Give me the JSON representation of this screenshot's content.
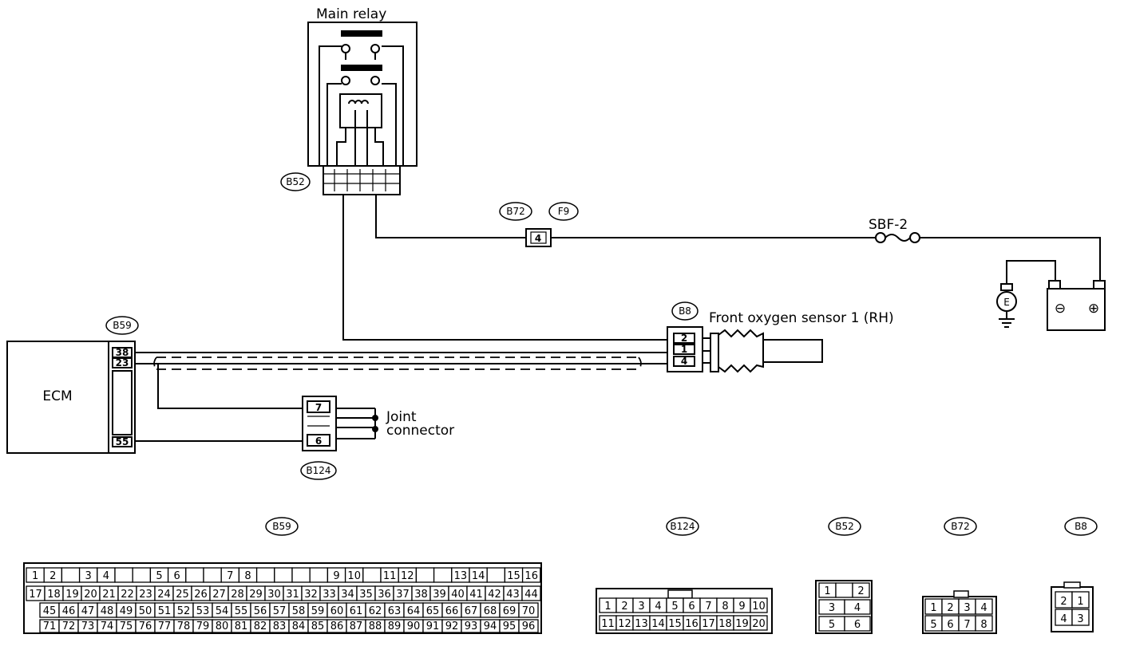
{
  "labels": {
    "main_relay": "Main relay",
    "ecm": "ECM",
    "front_o2": "Front oxygen sensor 1 (RH)",
    "joint1": "Joint",
    "joint2": "connector",
    "sbf": "SBF-2",
    "earth": "E",
    "batt_neg": "⊖",
    "batt_pos": "⊕"
  },
  "tags": {
    "b52": "B52",
    "b72": "B72",
    "f9": "F9",
    "b59": "B59",
    "b8": "B8",
    "b124": "B124"
  },
  "pins": {
    "b72_4": "4",
    "ecm_38": "38",
    "ecm_23": "23",
    "ecm_55": "55",
    "o2_2": "2",
    "o2_1": "1",
    "o2_4": "4",
    "jc_7": "7",
    "jc_6": "6"
  },
  "connectors": {
    "b59": {
      "tag": "B59",
      "row1": [
        "1",
        "2",
        "",
        "3",
        "4",
        "",
        "",
        "5",
        "6",
        "",
        "",
        "7",
        "8",
        "",
        "",
        "",
        "",
        "9",
        "10",
        "",
        "11",
        "12",
        "",
        "",
        "13",
        "14",
        "",
        "15",
        "16"
      ],
      "row2": [
        "17",
        "18",
        "19",
        "20",
        "21",
        "22",
        "23",
        "24",
        "25",
        "26",
        "27",
        "28",
        "29",
        "30",
        "31",
        "32",
        "33",
        "34",
        "35",
        "36",
        "37",
        "38",
        "39",
        "40",
        "41",
        "42",
        "43",
        "44"
      ],
      "row3": [
        "45",
        "46",
        "47",
        "48",
        "49",
        "50",
        "51",
        "52",
        "53",
        "54",
        "55",
        "56",
        "57",
        "58",
        "59",
        "60",
        "61",
        "62",
        "63",
        "64",
        "65",
        "66",
        "67",
        "68",
        "69",
        "70"
      ],
      "row4": [
        "71",
        "72",
        "73",
        "74",
        "75",
        "76",
        "77",
        "78",
        "79",
        "80",
        "81",
        "82",
        "83",
        "84",
        "85",
        "86",
        "87",
        "88",
        "89",
        "90",
        "91",
        "92",
        "93",
        "94",
        "95",
        "96"
      ]
    },
    "b124": {
      "tag": "B124",
      "row1": [
        "1",
        "2",
        "3",
        "4",
        "5",
        "6",
        "7",
        "8",
        "9",
        "10"
      ],
      "row2": [
        "11",
        "12",
        "13",
        "14",
        "15",
        "16",
        "17",
        "18",
        "19",
        "20"
      ]
    },
    "b52": {
      "tag": "B52",
      "row1": [
        "1",
        "",
        "2"
      ],
      "row2": [
        "3",
        "4"
      ],
      "row3": [
        "5",
        "6"
      ]
    },
    "b72": {
      "tag": "B72",
      "row1": [
        "1",
        "2",
        "3",
        "4"
      ],
      "row2": [
        "5",
        "6",
        "7",
        "8"
      ]
    },
    "b8": {
      "tag": "B8",
      "row1": [
        "2",
        "1"
      ],
      "row2": [
        "4",
        "3"
      ]
    }
  }
}
